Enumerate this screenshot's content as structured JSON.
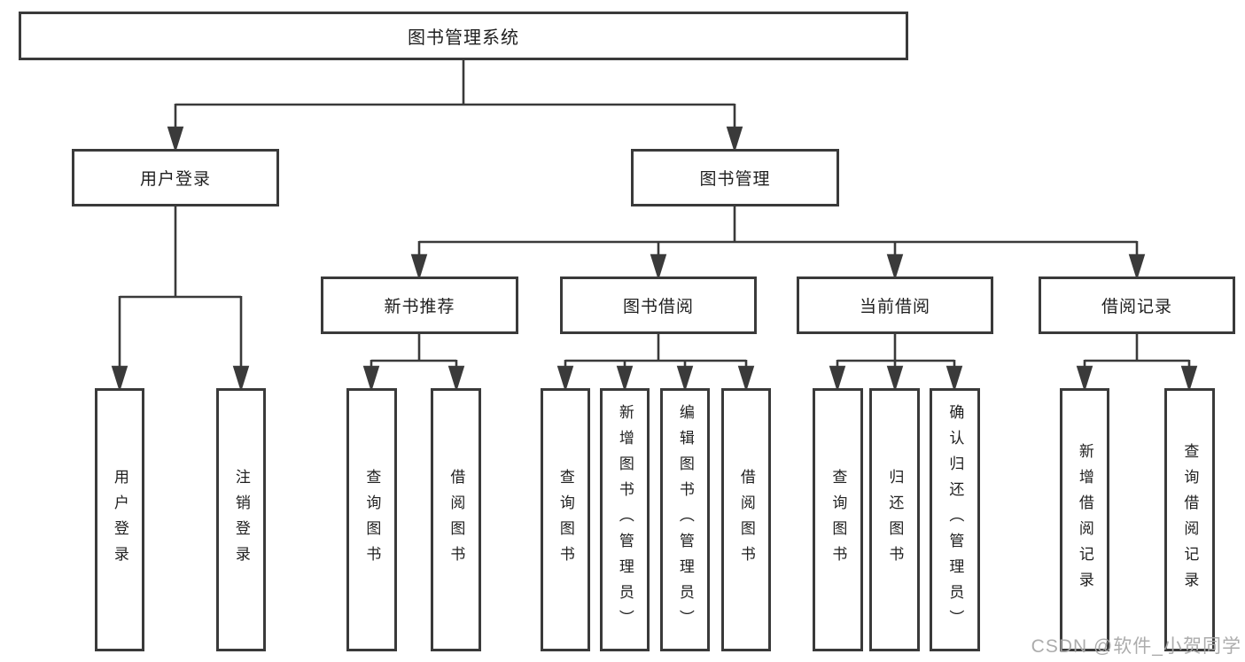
{
  "diagram": {
    "title": "图书管理系统",
    "nodes": {
      "root": "图书管理系统",
      "user_login": "用户登录",
      "book_mgmt": "图书管理",
      "new_book_rec": "新书推荐",
      "book_borrow": "图书借阅",
      "current_borrow": "当前借阅",
      "borrow_record": "借阅记录",
      "leaf_user_login": "用户登录",
      "leaf_logout": "注销登录",
      "leaf_query_book_a": "查询图书",
      "leaf_borrow_book_a": "借阅图书",
      "leaf_query_book_b": "查询图书",
      "leaf_add_book": "新增图书（管理员）",
      "leaf_edit_book": "编辑图书（管理员）",
      "leaf_borrow_book_b": "借阅图书",
      "leaf_query_book_c": "查询图书",
      "leaf_return_book": "归还图书",
      "leaf_confirm_return": "确认归还（管理员）",
      "leaf_add_record": "新增借阅记录",
      "leaf_query_record": "查询借阅记录"
    },
    "colors": {
      "line": "#3a3a3a",
      "text": "#1f1f1f",
      "box_background": "#ffffff",
      "watermark": "#a8a8a8"
    }
  },
  "watermark": {
    "text": "CSDN @软件_小贺同学"
  }
}
